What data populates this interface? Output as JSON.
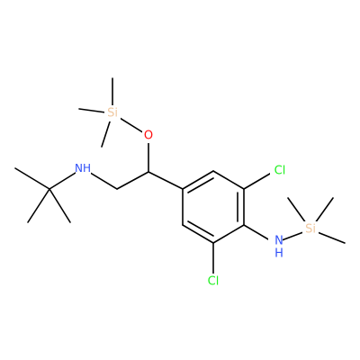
{
  "molecule": {
    "atoms": {
      "oxygen": "O",
      "silicon_top": "Si",
      "amine_nh": "NH",
      "amine_n": "N",
      "amine_h": "H",
      "silicon_right": "Si",
      "chlorine_top": "Cl",
      "chlorine_bottom": "Cl"
    },
    "colors": {
      "bond": "#000000",
      "oxygen": "#ff0d0d",
      "nitrogen": "#3050f8",
      "silicon": "#f0c8a0",
      "chlorine": "#1ff01f"
    }
  }
}
